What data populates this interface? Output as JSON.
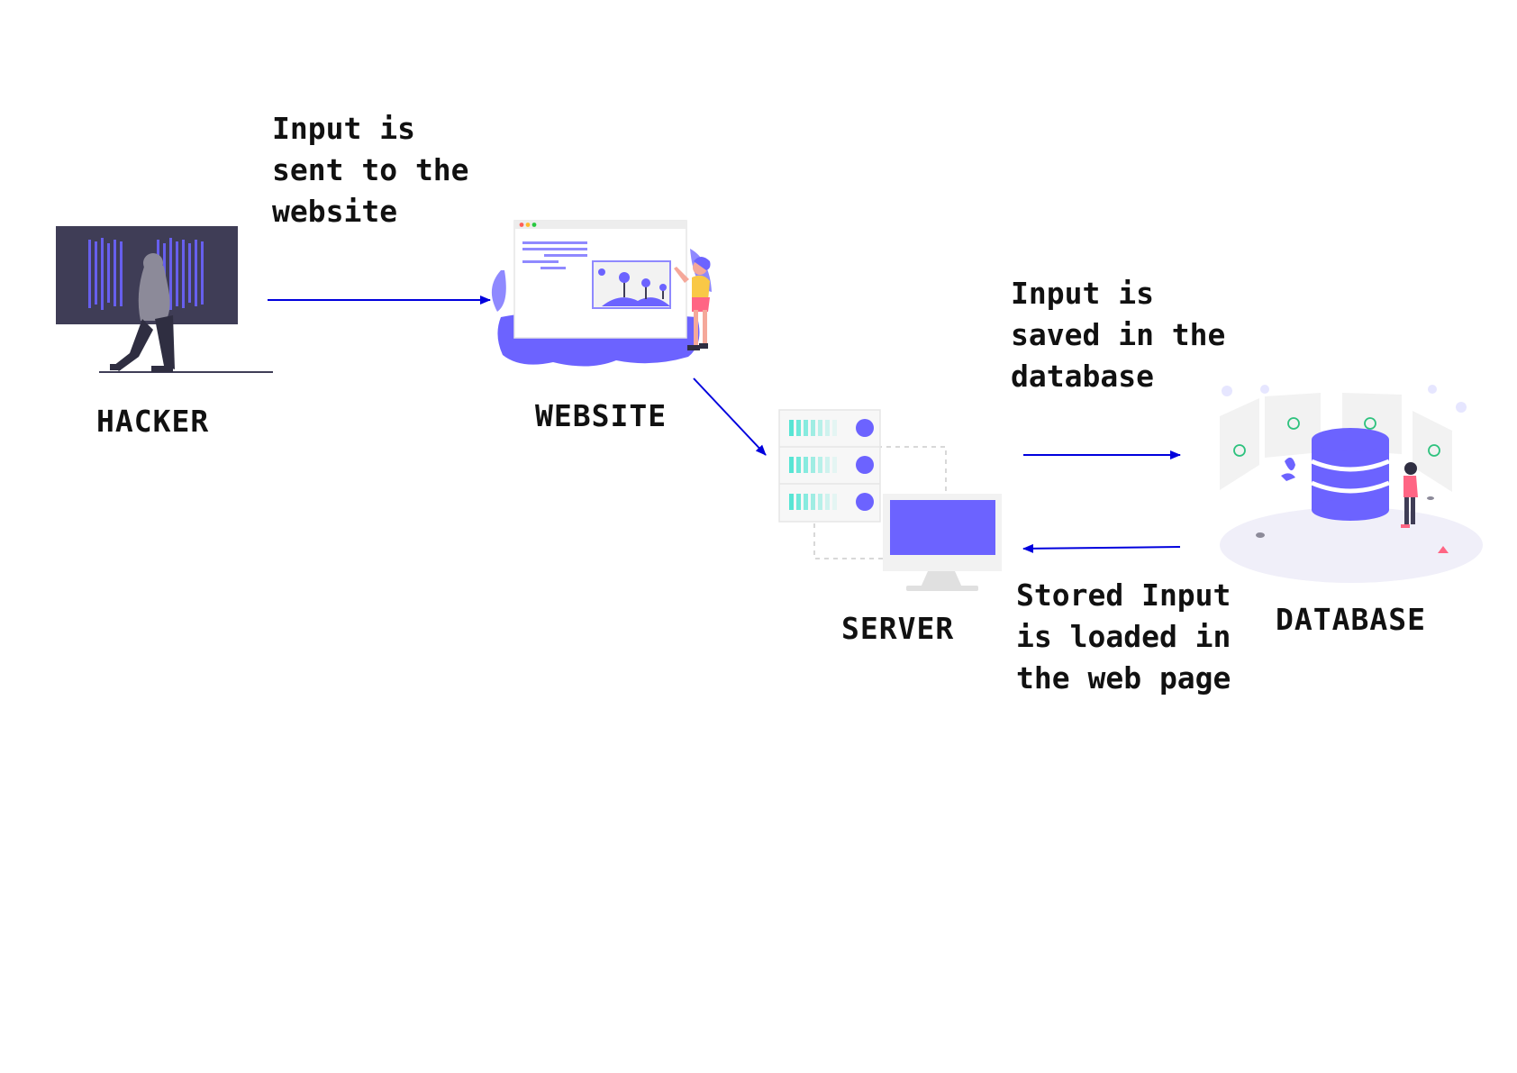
{
  "nodes": {
    "hacker": "HACKER",
    "website": "WEBSITE",
    "server": "SERVER",
    "database": "DATABASE"
  },
  "flows": {
    "hacker_to_website": [
      "Input is",
      "sent to the",
      "website"
    ],
    "server_to_database": [
      "Input is",
      "saved in the",
      "database"
    ],
    "database_to_server": [
      "Stored Input",
      "is loaded in",
      "the web page"
    ]
  },
  "colors": {
    "arrow": "#0000dd",
    "accent": "#6c63ff",
    "dark": "#3f3d56",
    "teal": "#57e5d4",
    "person_top": "#ff6584",
    "check": "#2ec27e"
  },
  "icons": [
    "hacker-illustration",
    "website-illustration",
    "server-illustration",
    "database-illustration"
  ]
}
